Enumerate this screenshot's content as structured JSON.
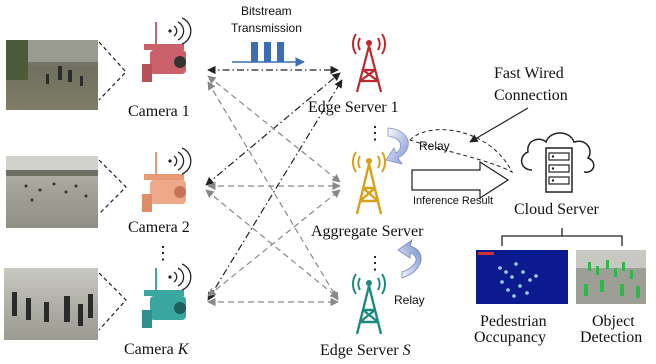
{
  "cameras": [
    {
      "label": "Camera 1"
    },
    {
      "label": "Camera 2"
    },
    {
      "label_main": "Camera ",
      "label_italic": "K"
    }
  ],
  "edge_servers": {
    "server1": "Edge Server 1",
    "aggregate": "Aggregate Server",
    "serverS_main": "Edge Server ",
    "serverS_italic": "S"
  },
  "bitstream": {
    "line1": "Bitstream",
    "line2": "Transmission"
  },
  "connection": {
    "line1": "Fast Wired",
    "line2": "Connection"
  },
  "relay_top": "Relay",
  "relay_bottom": "Relay",
  "inference": "Inference Result",
  "cloud": "Cloud Server",
  "tasks": {
    "pedestrian_line1": "Pedestrian",
    "pedestrian_line2": "Occupancy",
    "object_line1": "Object",
    "object_line2": "Detection"
  },
  "ellipsis": "⋮",
  "colors": {
    "edge1": "#c0272d",
    "aggregate": "#d9a017",
    "edgeS": "#1e8a7d",
    "cam1": "#c9606a",
    "cam2": "#e89a74",
    "camK": "#3aa6a0",
    "bitstream": "#3a6fb5",
    "dash": "#888888",
    "dashdot": "#222222",
    "relay": "#7f8fd0"
  }
}
